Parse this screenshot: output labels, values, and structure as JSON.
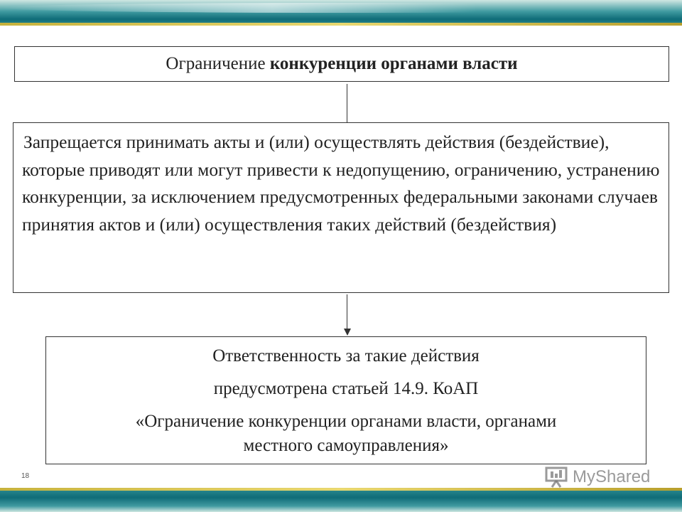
{
  "box1": {
    "text_normal": "Ограничение ",
    "text_bold": "конкуренции органами власти"
  },
  "box2": {
    "text": "Запрещается принимать акты и (или) осуществлять действия (бездействие), которые приводят или могут привести к недопущению, ограничению, устранению конкуренции, за исключением предусмотренных федеральными законами случаев принятия актов и (или) осуществления таких действий (бездействия)"
  },
  "box3": {
    "lines": [
      "Ответственность за такие действия",
      "предусмотрена статьей 14.9. КоАП",
      "«Ограничение конкуренции органами власти, органами",
      "местного самоуправления»"
    ]
  },
  "footer": {
    "slide_number": "18",
    "watermark_text": "MyShared"
  },
  "icons": {
    "watermark_icon": "presentation-board-icon"
  }
}
